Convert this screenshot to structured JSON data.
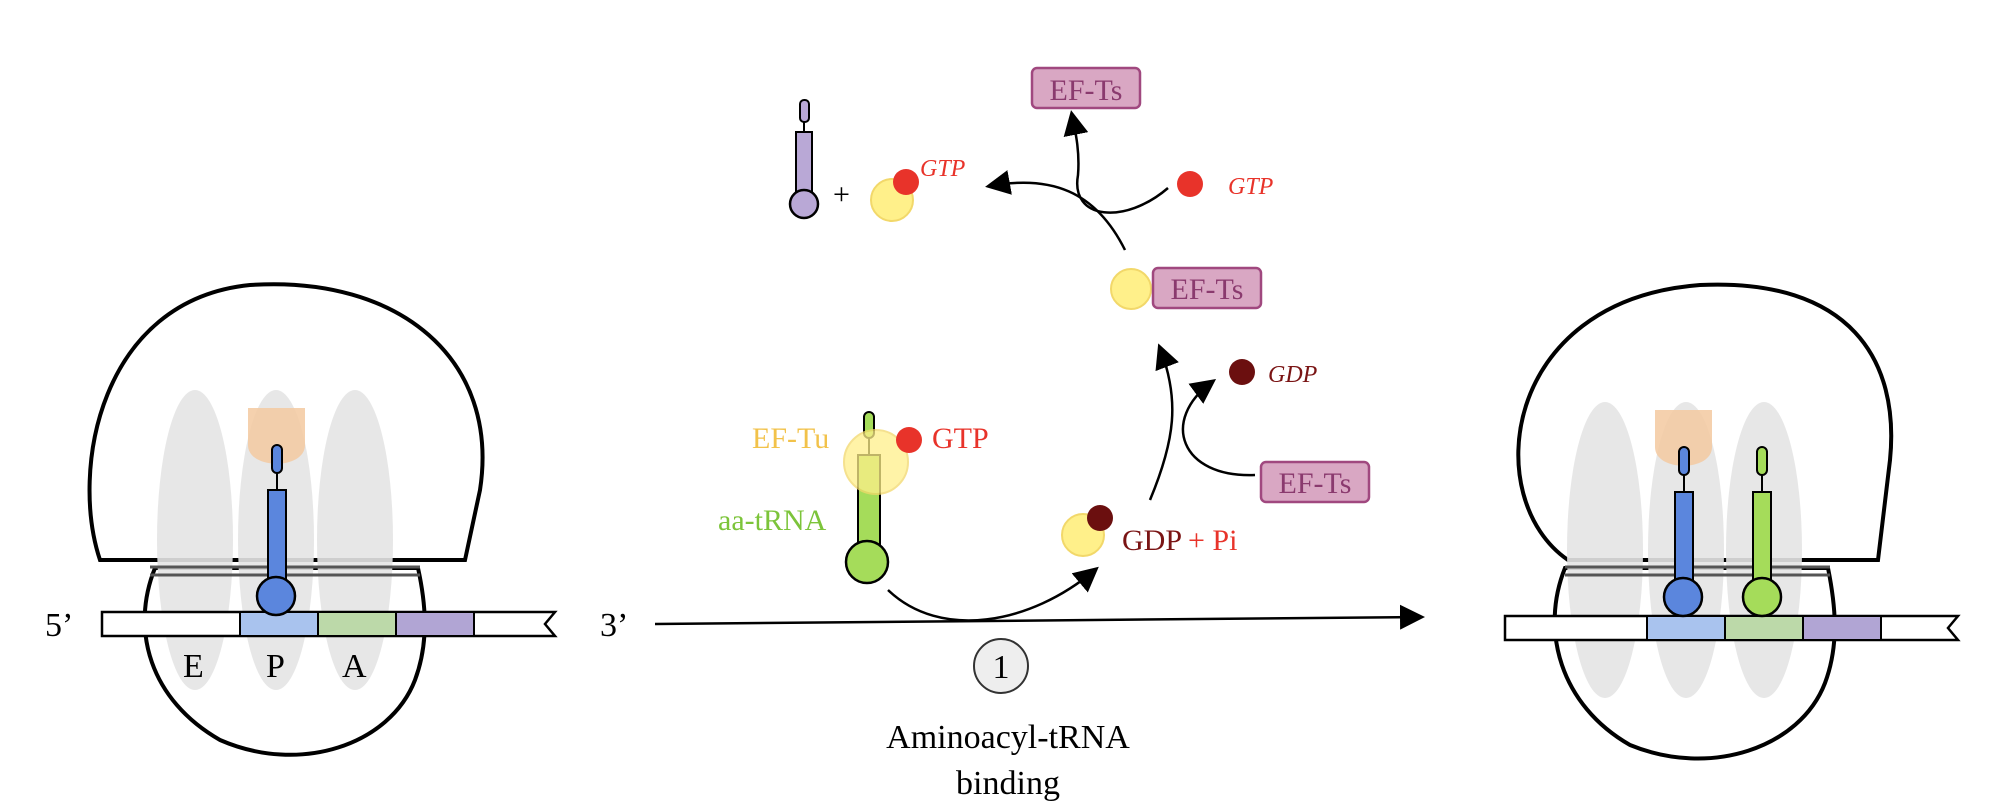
{
  "colors": {
    "ribosome_stroke": "#000000",
    "site_oval": "#e4e4e4",
    "peptide": "#f3c9a0",
    "p_trna": "#5b86dd",
    "a_trna": "#a5dc5a",
    "deacyl_trna": "#b9a8d6",
    "ef_tu": "#fff08a",
    "gtp": "#e8332a",
    "gdp": "#6b0f0f",
    "ef_ts_fill": "#d9a7c3",
    "ef_ts_stroke": "#a0487f",
    "codon_p": "#a9c3ee",
    "codon_a": "#bcd9a9",
    "codon_next": "#b1a5d4",
    "ef_tu_label": "#f2c24a",
    "aa_trna_label": "#7cc43a",
    "gdp_label": "#7a1414",
    "pi_label": "#e8332a"
  },
  "left_ribosome": {
    "five_prime": "5’",
    "three_prime": "3’",
    "sites": [
      "E",
      "P",
      "A"
    ]
  },
  "right_ribosome": {},
  "cycle": {
    "ef_tu_label": "EF-Tu",
    "gtp_label": "GTP",
    "aa_trna_label": "aa-tRNA",
    "gdp_label": "GDP",
    "plus_pi": "+ Pi",
    "gdp_small": "GDP",
    "gtp_small_left": "GTP",
    "gtp_small_right": "GTP",
    "plus": "+",
    "ef_ts_top": "EF-Ts",
    "ef_ts_mid": "EF-Ts",
    "ef_ts_right": "EF-Ts"
  },
  "step": {
    "number": "1",
    "title_line1": "Aminoacyl-tRNA",
    "title_line2": "binding"
  }
}
